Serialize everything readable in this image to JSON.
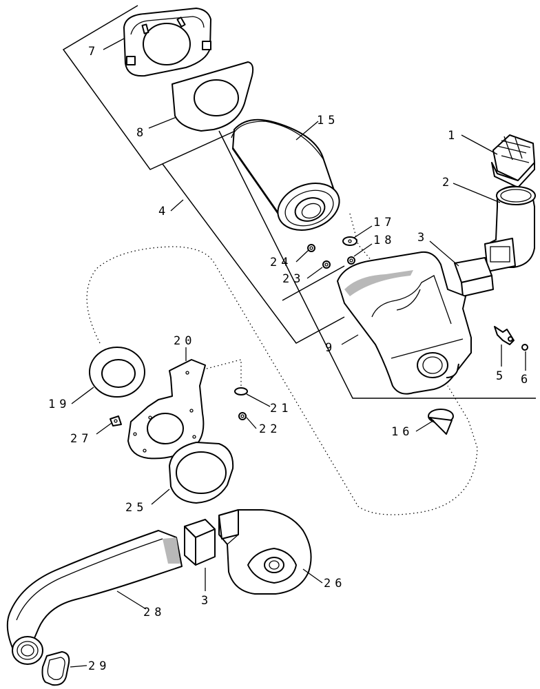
{
  "labels": {
    "p1": "1",
    "p2": "2",
    "p3a": "3",
    "p3b": "3",
    "p4": "4",
    "p5": "5",
    "p6": "6",
    "p7": "7",
    "p8": "8",
    "p9": "9",
    "p15": "15",
    "p16": "16",
    "p17": "17",
    "p18": "18",
    "p19": "19",
    "p20": "20",
    "p21": "21",
    "p22": "22",
    "p23": "23",
    "p24": "24",
    "p25": "25",
    "p26": "26",
    "p27": "27",
    "p28": "28",
    "p29": "29"
  }
}
